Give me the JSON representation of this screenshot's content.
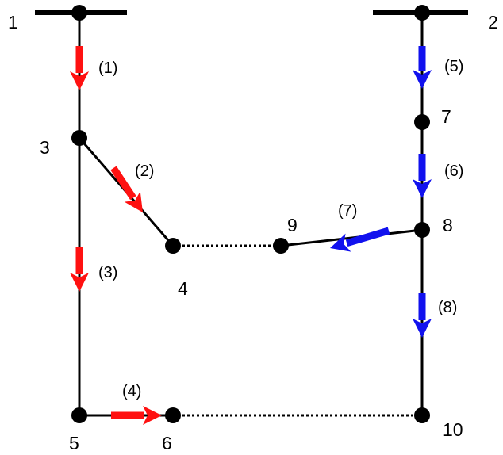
{
  "nodes": [
    {
      "id": "1",
      "label": "1"
    },
    {
      "id": "2",
      "label": "2"
    },
    {
      "id": "3",
      "label": "3"
    },
    {
      "id": "4",
      "label": "4"
    },
    {
      "id": "5",
      "label": "5"
    },
    {
      "id": "6",
      "label": "6"
    },
    {
      "id": "7",
      "label": "7"
    },
    {
      "id": "8",
      "label": "8"
    },
    {
      "id": "9",
      "label": "9"
    },
    {
      "id": "10",
      "label": "10"
    }
  ],
  "branches": [
    {
      "id": "b1",
      "label": "(1)",
      "color": "#ff1111"
    },
    {
      "id": "b2",
      "label": "(2)",
      "color": "#ff1111"
    },
    {
      "id": "b3",
      "label": "(3)",
      "color": "#ff1111"
    },
    {
      "id": "b4",
      "label": "(4)",
      "color": "#ff1111"
    },
    {
      "id": "b5",
      "label": "(5)",
      "color": "#1111ee"
    },
    {
      "id": "b6",
      "label": "(6)",
      "color": "#1111ee"
    },
    {
      "id": "b7",
      "label": "(7)",
      "color": "#1111ee"
    },
    {
      "id": "b8",
      "label": "(8)",
      "color": "#1111ee"
    }
  ],
  "colors": {
    "feeder_a": "#ff1111",
    "feeder_b": "#1111ee",
    "line": "#000000"
  }
}
